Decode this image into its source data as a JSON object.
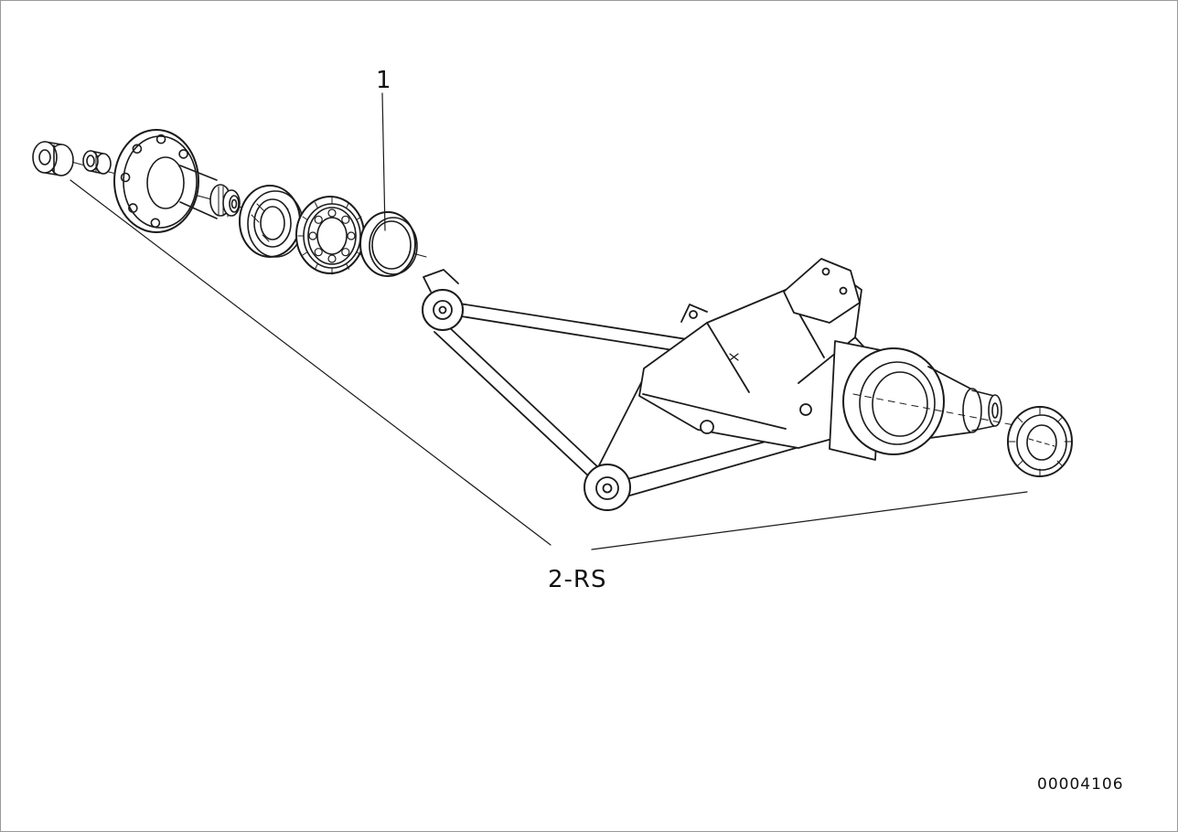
{
  "page": {
    "background_color": "#ffffff",
    "frame_color": "#9a9a9a"
  },
  "diagram": {
    "type": "exploded-parts-drawing",
    "line_color": "#1b1b1b",
    "labels": {
      "part_1": "1",
      "part_2": "2-RS",
      "drawing_number": "00004106"
    },
    "components": [
      "axle-nut",
      "spacer-bushing",
      "drive-flange",
      "splined-shaft",
      "shaft-seal",
      "ball-bearing",
      "spacer-ring",
      "semi-trailing-arm",
      "hub-carrier",
      "outer-wheel-bearing"
    ]
  }
}
